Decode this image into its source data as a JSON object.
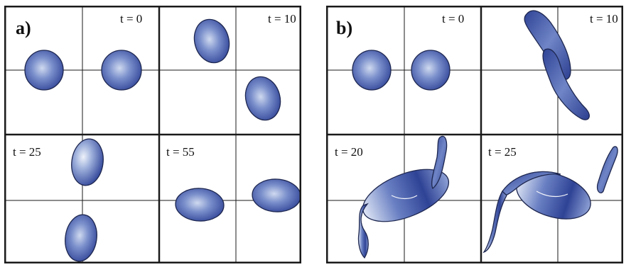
{
  "figure": {
    "panels": [
      {
        "label": "a)",
        "frames": [
          {
            "time": "t = 0"
          },
          {
            "time": "t = 10"
          },
          {
            "time": "t = 25"
          },
          {
            "time": "t = 55"
          }
        ]
      },
      {
        "label": "b)",
        "frames": [
          {
            "time": "t = 0"
          },
          {
            "time": "t = 10"
          },
          {
            "time": "t = 20"
          },
          {
            "time": "t = 25"
          }
        ]
      }
    ]
  },
  "colors": {
    "blob_dark": "#2c3f91",
    "blob_mid": "#5c74bb",
    "blob_light": "#e9eef8",
    "outline": "#1e2750",
    "grid": "#1a1a1a"
  }
}
